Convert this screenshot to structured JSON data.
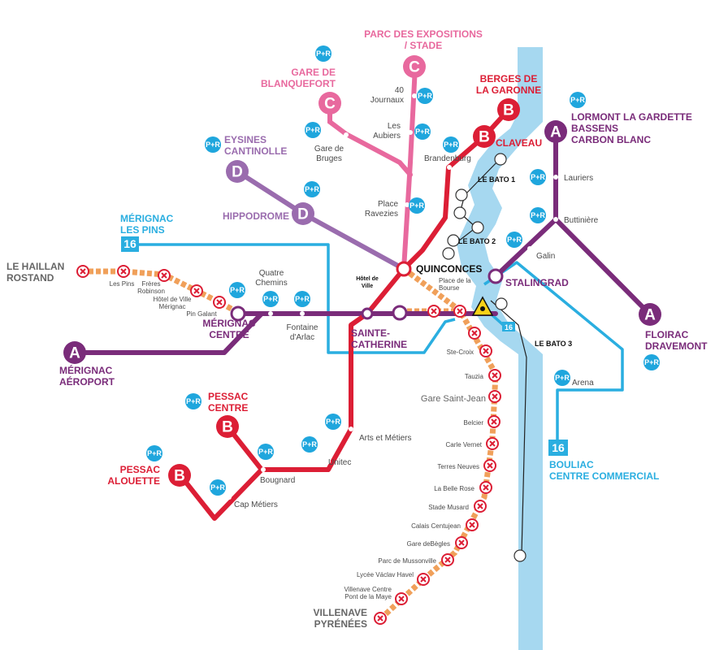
{
  "colors": {
    "line_a": "#7a2c7a",
    "line_b": "#dc1e35",
    "line_c": "#e8699e",
    "line_d": "#9a6cae",
    "bus_16": "#2aaee0",
    "closed_dashed": "#f0a05a",
    "closed_x": "#dc1e35",
    "river": "#a6d8f0",
    "park_ride": "#1fa6dd"
  },
  "line_letters": {
    "a": "A",
    "b": "B",
    "c": "C",
    "d": "D"
  },
  "bus_number": "16",
  "park_ride_label": "P+R",
  "terminus": {
    "parc_expo": [
      "PARC DES EXPOSITIONS",
      "/ STADE"
    ],
    "blanquefort": [
      "GARE DE",
      "BLANQUEFORT"
    ],
    "berges": [
      "BERGES DE",
      "LA GARONNE"
    ],
    "lormont": [
      "LORMONT LA GARDETTE",
      "BASSENS",
      "CARBON BLANC"
    ],
    "eysines": [
      "EYSINES",
      "CANTINOLLE"
    ],
    "hippodrome": "HIPPODROME",
    "merignac_pins": [
      "MÉRIGNAC",
      "LES PINS"
    ],
    "haillan": [
      "LE HAILLAN",
      "ROSTAND"
    ],
    "merignac_centre": [
      "MÉRIGNAC",
      "CENTRE"
    ],
    "merignac_aeroport": [
      "MÉRIGNAC",
      "AÉROPORT"
    ],
    "floirac": [
      "FLOIRAC",
      "DRAVEMONT"
    ],
    "pessac_centre": [
      "PESSAC",
      "CENTRE"
    ],
    "pessac_alouette": [
      "PESSAC",
      "ALOUETTE"
    ],
    "bouliac": [
      "BOULIAC",
      "CENTRE COMMERCIAL"
    ],
    "villenave": [
      "VILLENAVE",
      "PYRÉNÉES"
    ]
  },
  "hubs": {
    "quinconces": "QUINCONCES",
    "stalingrad": "STALINGRAD",
    "sainte_catherine": [
      "SAINTE-",
      "CATHERINE"
    ],
    "claveau": "CLAVEAU",
    "hotel_de_ville": [
      "Hôtel de",
      "Ville"
    ]
  },
  "stations": {
    "journaux": [
      "40",
      "Journaux"
    ],
    "aubiers": [
      "Les",
      "Aubiers"
    ],
    "gare_bruges": [
      "Gare de",
      "Bruges"
    ],
    "brandenburg": "Brandenburg",
    "place_ravezies": [
      "Place",
      "Ravezies"
    ],
    "lauriers": "Lauriers",
    "buttiniere": "Buttinière",
    "galin": "Galin",
    "quatre_chemins": [
      "Quatre",
      "Chemins"
    ],
    "fontaine_arlac": [
      "Fontaine",
      "d'Arlac"
    ],
    "arena": "Arena",
    "arts_metiers": "Arts et Métiers",
    "unitec": "Unitec",
    "bougnard": "Bougnard",
    "cap_metiers": "Cap Métiers",
    "gare_saint_jean": "Gare Saint-Jean"
  },
  "small_stations": {
    "les_pins": "Les Pins",
    "freres_robinson": [
      "Frères",
      "Robinson"
    ],
    "hotel_ville_merignac": [
      "Hôtel de Ville",
      "Mérignac"
    ],
    "pin_galant": "Pin Galant",
    "place_bourse": [
      "Place de la",
      "Bourse"
    ],
    "ste_croix": "Ste-Croix",
    "tauzia": "Tauzia",
    "belcier": "Belcier",
    "carle_vernet": "Carle Vernet",
    "terres_neuves": "Terres Neuves",
    "belle_rose": "La Belle Rose",
    "stade_musard": "Stade Musard",
    "calais_centujean": "Calais Centujean",
    "gare_begles": "Gare deBègles",
    "parc_mussonville": "Parc de Mussonville",
    "lycee_havel": "Lycée Václav Havel",
    "villenave_centre": [
      "Villenave Centre",
      "Pont de la Maye"
    ]
  },
  "boats": {
    "bato1": "LE BATO 1",
    "bato2": "LE BATO 2",
    "bato3": "LE BATO 3"
  }
}
